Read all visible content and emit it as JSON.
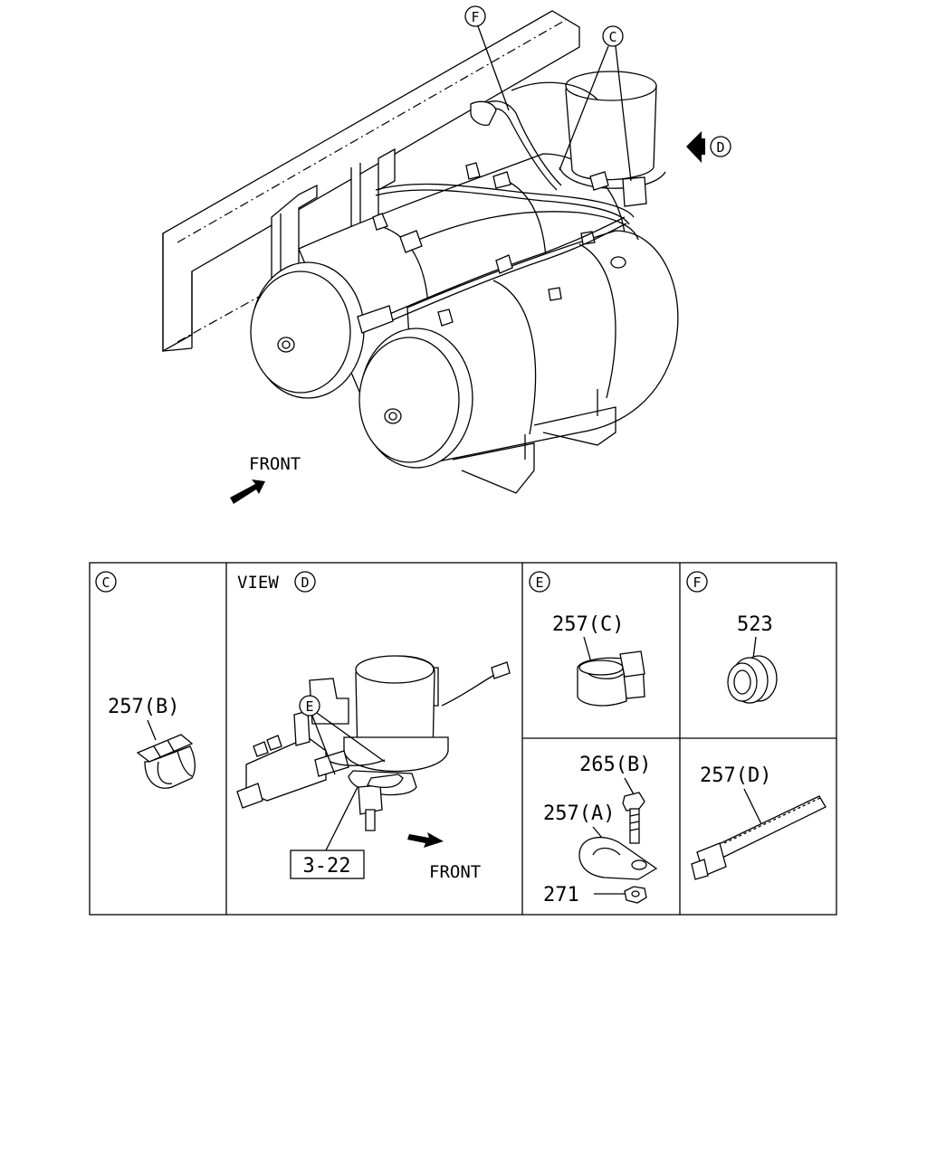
{
  "main_diagram": {
    "callouts": {
      "f": "F",
      "c": "C",
      "d": "D"
    },
    "front_label": "FRONT"
  },
  "detail_panels": {
    "c": {
      "circle_label": "C",
      "part": "257(B)"
    },
    "view_d": {
      "view_text": "VIEW",
      "circle_label": "D",
      "e_callout": "E",
      "ref_box": "3-22",
      "front_label": "FRONT"
    },
    "e": {
      "circle_label": "E",
      "part": "257(C)"
    },
    "f": {
      "circle_label": "F",
      "part": "523"
    },
    "bottom_mid": {
      "part_bolt": "265(B)",
      "part_clamp": "257(A)",
      "part_nut": "271"
    },
    "bottom_right": {
      "part": "257(D)"
    }
  }
}
